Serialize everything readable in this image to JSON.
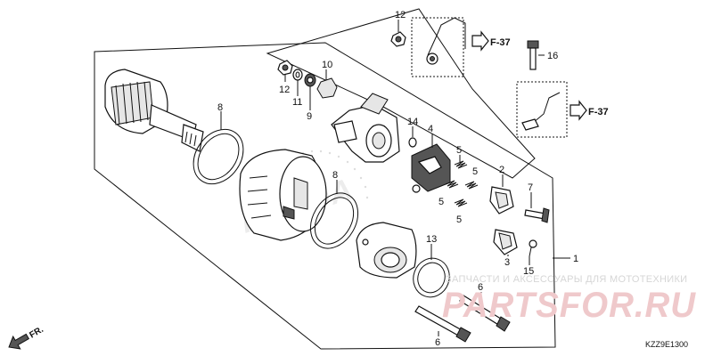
{
  "diagram": {
    "code": "KZZ9E1300",
    "direction": "FR.",
    "ref_label": "F-37",
    "watermark_text": "ЗАПЧАСТИ И АКСЕССУАРЫ ДЛЯ МОТОТЕХНИКИ",
    "watermark_logo": "PARTSFOR.RU",
    "bg_logo": "HONDA",
    "callouts": [
      "1",
      "2",
      "3",
      "4",
      "5",
      "6",
      "7",
      "8",
      "9",
      "10",
      "11",
      "12",
      "13",
      "14",
      "15",
      "16"
    ]
  }
}
